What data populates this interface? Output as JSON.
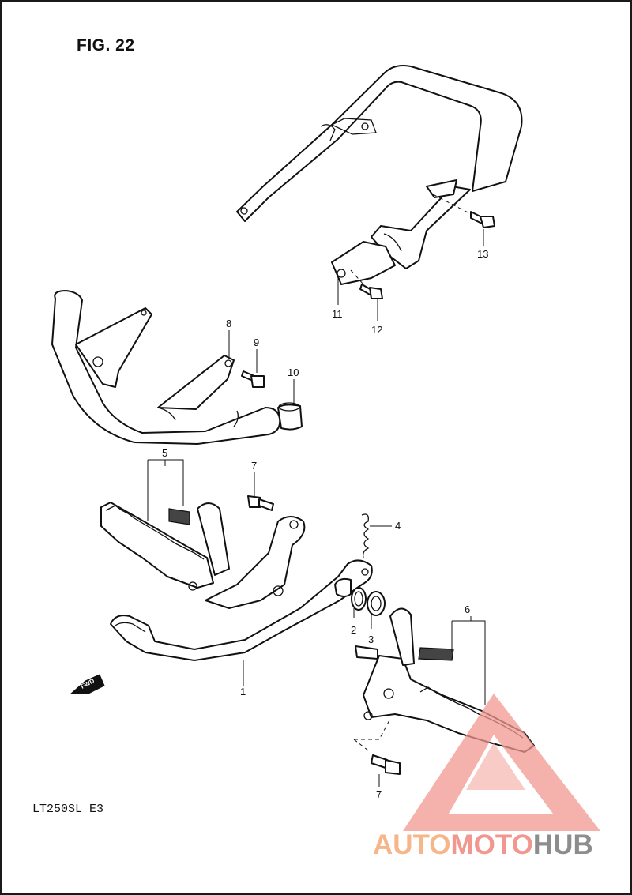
{
  "figure": {
    "title": "FIG. 22",
    "model": "LT250SL  E3"
  },
  "callouts": [
    "1",
    "2",
    "3",
    "4",
    "5",
    "6",
    "7",
    "7",
    "8",
    "9",
    "10",
    "11",
    "12",
    "13"
  ],
  "fwd_label": "FWD",
  "watermark": {
    "part1": "AUTO",
    "part2": "MOTO",
    "part3": "HUB",
    "colors": {
      "part1": "#f7b58a",
      "part2": "#f2978f",
      "part3": "#8d8d8d"
    }
  }
}
